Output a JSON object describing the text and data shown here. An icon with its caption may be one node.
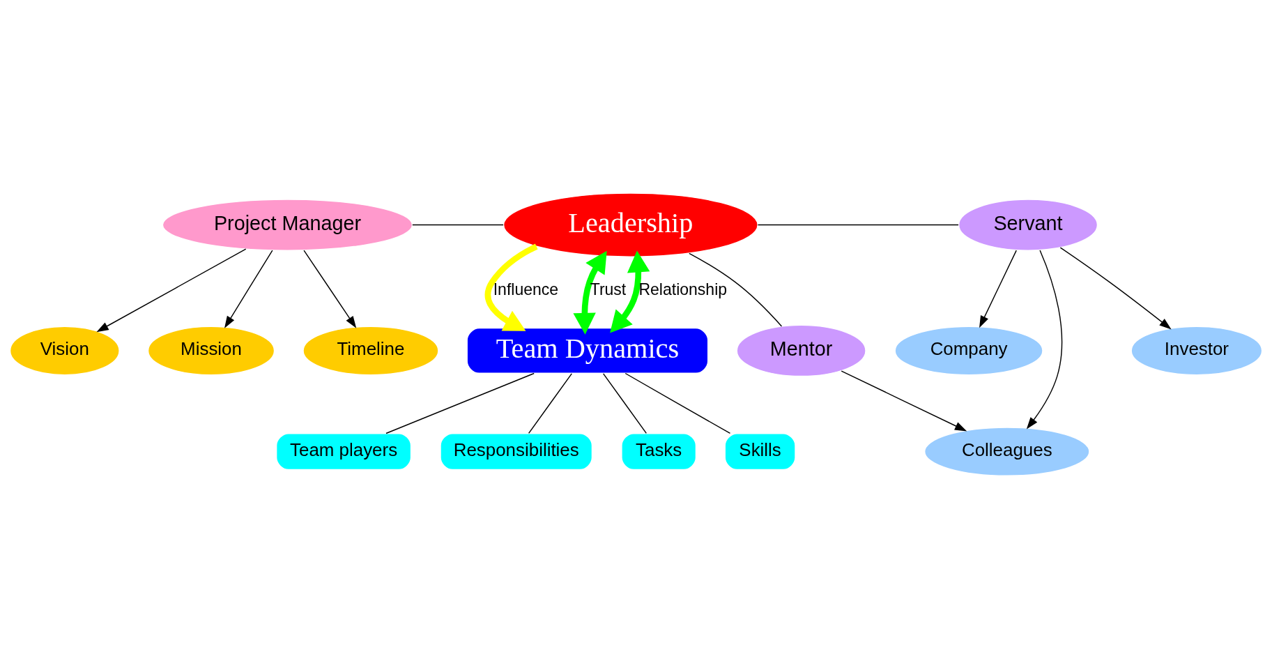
{
  "diagram": {
    "nodes": [
      {
        "text": [
          "Leadership"
        ]
      },
      {
        "text": [
          "Project Manager"
        ]
      },
      {
        "text": [
          "Vision"
        ]
      },
      {
        "text": [
          "Mission"
        ]
      },
      {
        "text": [
          "Timeline"
        ]
      },
      {
        "text": [
          "Servant"
        ]
      },
      {
        "text": [
          "Mentor"
        ]
      },
      {
        "text": [
          "Investor"
        ]
      },
      {
        "text": [
          "Company"
        ]
      },
      {
        "text": [
          "Colleagues"
        ]
      },
      {
        "text": [
          "Team Dynamics"
        ]
      },
      {
        "text": [
          "Skills"
        ]
      },
      {
        "text": [
          "Team players"
        ]
      },
      {
        "text": [
          "Responsibilities"
        ]
      },
      {
        "text": [
          "Tasks"
        ]
      }
    ],
    "edges": [
      {
        "from": 1,
        "to": 0,
        "arrow": "none"
      },
      {
        "from": 0,
        "to": 5,
        "arrow": "none"
      },
      {
        "from": 0,
        "to": 6,
        "arrow": "none"
      },
      {
        "from": 1,
        "to": 2,
        "arrow": "to"
      },
      {
        "from": 1,
        "to": 3,
        "arrow": "to"
      },
      {
        "from": 1,
        "to": 4,
        "arrow": "to"
      },
      {
        "from": 5,
        "to": 7,
        "arrow": "to"
      },
      {
        "from": 5,
        "to": 8,
        "arrow": "to"
      },
      {
        "from": 5,
        "to": 9,
        "arrow": "to"
      },
      {
        "from": 6,
        "to": 9,
        "arrow": "to"
      },
      {
        "from": 0,
        "to": 10,
        "arrow": "both",
        "label": "Relationship",
        "style": "thick",
        "color": "#00ff00"
      },
      {
        "from": 0,
        "to": 10,
        "arrow": "to",
        "label": "Influence",
        "style": "thick",
        "color": "#ffff00"
      },
      {
        "from": 0,
        "to": 10,
        "arrow": "both",
        "label": "Trust",
        "style": "thick",
        "color": "#00ff00"
      },
      {
        "from": 10,
        "to": 11,
        "arrow": "none"
      },
      {
        "from": 10,
        "to": 12,
        "arrow": "none"
      },
      {
        "from": 10,
        "to": 13,
        "arrow": "none"
      },
      {
        "from": 10,
        "to": 14,
        "arrow": "none"
      }
    ]
  }
}
